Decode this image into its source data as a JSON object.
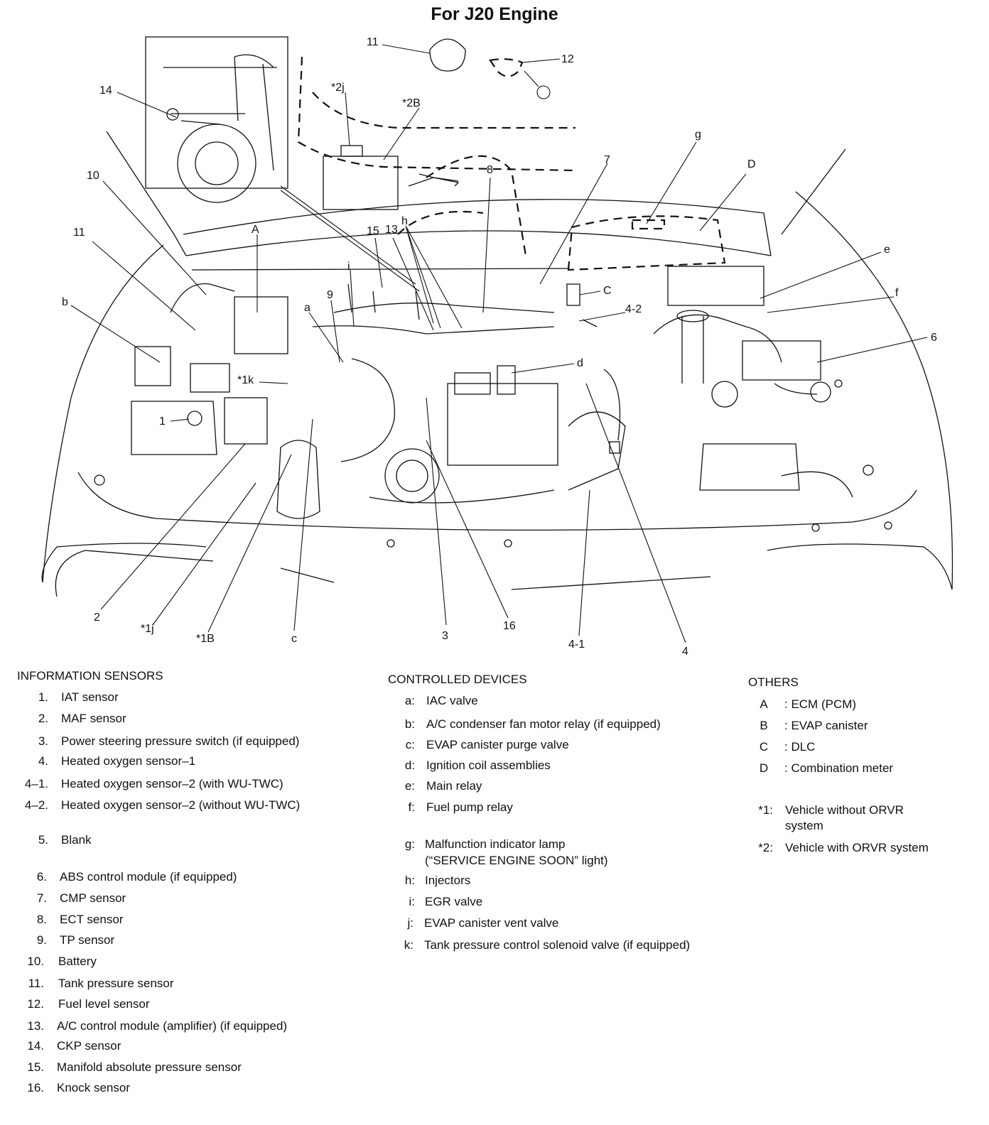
{
  "title": "For J20 Engine",
  "diagram_labels": [
    {
      "id": "lbl-11-top",
      "text": "11"
    },
    {
      "id": "lbl-12",
      "text": "12"
    },
    {
      "id": "lbl-2j",
      "text": "*2j"
    },
    {
      "id": "lbl-2B",
      "text": "*2B"
    },
    {
      "id": "lbl-14",
      "text": "14"
    },
    {
      "id": "lbl-10",
      "text": "10"
    },
    {
      "id": "lbl-11-left",
      "text": "11"
    },
    {
      "id": "lbl-b",
      "text": "b"
    },
    {
      "id": "lbl-A",
      "text": "A"
    },
    {
      "id": "lbl-a",
      "text": "a"
    },
    {
      "id": "lbl-9",
      "text": "9"
    },
    {
      "id": "lbl-i",
      "text": "i"
    },
    {
      "id": "lbl-15",
      "text": "15"
    },
    {
      "id": "lbl-13",
      "text": "13"
    },
    {
      "id": "lbl-h",
      "text": "h"
    },
    {
      "id": "lbl-8",
      "text": "8"
    },
    {
      "id": "lbl-7",
      "text": "7"
    },
    {
      "id": "lbl-g",
      "text": "g"
    },
    {
      "id": "lbl-D",
      "text": "D"
    },
    {
      "id": "lbl-C",
      "text": "C"
    },
    {
      "id": "lbl-4-2",
      "text": "4-2"
    },
    {
      "id": "lbl-e",
      "text": "e"
    },
    {
      "id": "lbl-f",
      "text": "f"
    },
    {
      "id": "lbl-6",
      "text": "6"
    },
    {
      "id": "lbl-1k",
      "text": "*1k"
    },
    {
      "id": "lbl-d",
      "text": "d"
    },
    {
      "id": "lbl-1",
      "text": "1"
    },
    {
      "id": "lbl-2",
      "text": "2"
    },
    {
      "id": "lbl-1j",
      "text": "*1j"
    },
    {
      "id": "lbl-1B",
      "text": "*1B"
    },
    {
      "id": "lbl-c",
      "text": "c"
    },
    {
      "id": "lbl-3",
      "text": "3"
    },
    {
      "id": "lbl-16",
      "text": "16"
    },
    {
      "id": "lbl-4-1",
      "text": "4-1"
    },
    {
      "id": "lbl-4",
      "text": "4"
    }
  ],
  "information_sensors": {
    "heading": "INFORMATION SENSORS",
    "items": [
      {
        "num": "1.",
        "text": "IAT sensor"
      },
      {
        "num": "2.",
        "text": "MAF sensor"
      },
      {
        "num": "3.",
        "text": "Power steering pressure switch (if equipped)"
      },
      {
        "num": "4.",
        "text": "Heated oxygen sensor–1"
      },
      {
        "num": "4–1.",
        "text": "Heated oxygen sensor–2 (with WU-TWC)"
      },
      {
        "num": "4–2.",
        "text": "Heated oxygen sensor–2 (without WU-TWC)"
      },
      {
        "num": "5.",
        "text": "Blank"
      },
      {
        "num": "6.",
        "text": "ABS control module (if equipped)"
      },
      {
        "num": "7.",
        "text": "CMP sensor"
      },
      {
        "num": "8.",
        "text": "ECT sensor"
      },
      {
        "num": "9.",
        "text": "TP sensor"
      },
      {
        "num": "10.",
        "text": "Battery"
      },
      {
        "num": "11.",
        "text": "Tank pressure sensor"
      },
      {
        "num": "12.",
        "text": "Fuel level sensor"
      },
      {
        "num": "13.",
        "text": "A/C control module (amplifier) (if equipped)"
      },
      {
        "num": "14.",
        "text": "CKP sensor"
      },
      {
        "num": "15.",
        "text": "Manifold absolute pressure sensor"
      },
      {
        "num": "16.",
        "text": "Knock sensor"
      }
    ]
  },
  "controlled_devices": {
    "heading": "CONTROLLED DEVICES",
    "items": [
      {
        "num": "a:",
        "text": "IAC valve"
      },
      {
        "num": "b:",
        "text": "A/C condenser fan motor relay (if equipped)"
      },
      {
        "num": "c:",
        "text": "EVAP canister purge valve"
      },
      {
        "num": "d:",
        "text": "Ignition coil assemblies"
      },
      {
        "num": "e:",
        "text": "Main relay"
      },
      {
        "num": "f:",
        "text": "Fuel pump relay"
      },
      {
        "num": "g:",
        "text": "Malfunction indicator lamp",
        "text2": "(“SERVICE ENGINE SOON” light)"
      },
      {
        "num": "h:",
        "text": "Injectors"
      },
      {
        "num": "i:",
        "text": "EGR valve"
      },
      {
        "num": "j:",
        "text": "EVAP canister vent valve"
      },
      {
        "num": "k:",
        "text": "Tank pressure control solenoid valve (if equipped)"
      }
    ]
  },
  "others": {
    "heading": "OTHERS",
    "items": [
      {
        "num": "A",
        "text": ": ECM (PCM)"
      },
      {
        "num": "B",
        "text": ": EVAP canister"
      },
      {
        "num": "C",
        "text": ": DLC"
      },
      {
        "num": "D",
        "text": ": Combination meter"
      }
    ],
    "notes": [
      {
        "num": "*1:",
        "text": "Vehicle without ORVR",
        "text2": "system"
      },
      {
        "num": "*2:",
        "text": "Vehicle with ORVR system"
      }
    ]
  }
}
